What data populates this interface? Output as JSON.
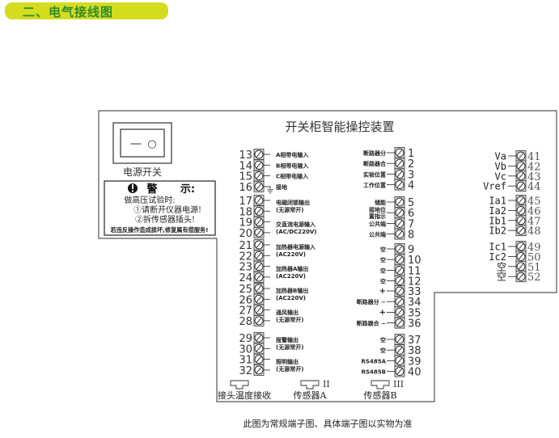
{
  "banner": {
    "title": "二、电气接线图",
    "color": "#d4dc1e",
    "text_color": "#2e8b2e"
  },
  "device": {
    "title": "开关柜智能操控装置"
  },
  "power_switch": {
    "label": "电源开关",
    "off_symbol": "—",
    "on_symbol": "○"
  },
  "warning": {
    "heading_a": "警",
    "heading_b": "示:",
    "line1": "做高压试验时:",
    "line2": "①请断开仪器电源!",
    "line3": "②拆传感器插头!",
    "line4": "若违反操作造成损坏,修复属有偿服务!"
  },
  "left_terminals": {
    "groups": [
      [
        13,
        14,
        15,
        16
      ],
      [
        17,
        18,
        19,
        20
      ],
      [
        21,
        22,
        23,
        24
      ],
      [
        25,
        26,
        27,
        28
      ],
      [
        29,
        30,
        31,
        32
      ]
    ],
    "labels": [
      {
        "at": 13,
        "lines": [
          "A相带电输入"
        ]
      },
      {
        "at": 14,
        "lines": [
          "B相带电输入"
        ]
      },
      {
        "at": 15,
        "lines": [
          "C相带电输入"
        ]
      },
      {
        "at": 16,
        "lines": [
          "接地"
        ]
      },
      {
        "at": 17.5,
        "lines": [
          "电磁闭锁输出",
          "(无源常开)"
        ]
      },
      {
        "at": 19.5,
        "lines": [
          "交直流电源输入",
          "(AC/DC220V)"
        ]
      },
      {
        "at": 21.5,
        "lines": [
          "加热器电源输入",
          "(AC220V)"
        ]
      },
      {
        "at": 23.5,
        "lines": [
          "加热器A输出",
          "(AC220V)"
        ]
      },
      {
        "at": 25.5,
        "lines": [
          "加热器B输出",
          "(AC220V)"
        ]
      },
      {
        "at": 27.5,
        "lines": [
          "通风输出",
          "(无源常开)"
        ]
      },
      {
        "at": 29.5,
        "lines": [
          "报警输出",
          "(无源常开)"
        ]
      },
      {
        "at": 31.5,
        "lines": [
          "照明输出",
          "(无源常开)"
        ]
      }
    ]
  },
  "middle_terminals": {
    "groups": [
      [
        1,
        2,
        3,
        4
      ],
      [
        5,
        6,
        7,
        8
      ],
      [
        9,
        10,
        11,
        12
      ],
      [
        33,
        34,
        35,
        36
      ],
      [
        37,
        38,
        39,
        40
      ]
    ],
    "labels": [
      {
        "at": 1,
        "lines": [
          "断路器分"
        ]
      },
      {
        "at": 2,
        "lines": [
          "断路器合"
        ]
      },
      {
        "at": 3,
        "lines": [
          "实验位置"
        ]
      },
      {
        "at": 4,
        "lines": [
          "工作位置"
        ]
      },
      {
        "at": 5,
        "lines": [
          "储能"
        ]
      },
      {
        "at": 6,
        "lines": [
          "接地位",
          "置指示"
        ]
      },
      {
        "at": 7,
        "lines": [
          "公共端"
        ]
      },
      {
        "at": 8,
        "lines": [
          "公共端"
        ]
      },
      {
        "at": 9,
        "lines": [
          "空"
        ]
      },
      {
        "at": 10,
        "lines": [
          "空"
        ]
      },
      {
        "at": 11,
        "lines": [
          "空"
        ]
      },
      {
        "at": 12,
        "lines": [
          "空"
        ]
      },
      {
        "at": 33,
        "lines": [
          "+"
        ]
      },
      {
        "at": 34,
        "lines": [
          "断路器分 −"
        ]
      },
      {
        "at": 35,
        "lines": [
          "+"
        ]
      },
      {
        "at": 36,
        "lines": [
          "断路器合 −"
        ]
      },
      {
        "at": 37,
        "lines": [
          "空"
        ]
      },
      {
        "at": 38,
        "lines": [
          "空"
        ]
      },
      {
        "at": 39,
        "lines": [
          "RS485A"
        ]
      },
      {
        "at": 40,
        "lines": [
          "RS485B"
        ]
      }
    ]
  },
  "right_terminals": {
    "groups": [
      [
        41,
        42,
        43,
        44
      ],
      [
        45,
        46,
        47,
        48
      ],
      [
        49,
        50,
        51,
        52
      ]
    ],
    "labels": [
      "Va",
      "Vb",
      "Vc",
      "Vref",
      "Ia1",
      "Ia2",
      "Ib1",
      "Ib2",
      "Ic1",
      "Ic2",
      "空",
      "空"
    ]
  },
  "connectors": [
    {
      "label": "接头温度接收",
      "roman": ""
    },
    {
      "label": "传感器A",
      "roman": "II"
    },
    {
      "label": "传感器B",
      "roman": "III"
    }
  ],
  "caption": "此图为常规端子图、具体端子图以实物为准"
}
